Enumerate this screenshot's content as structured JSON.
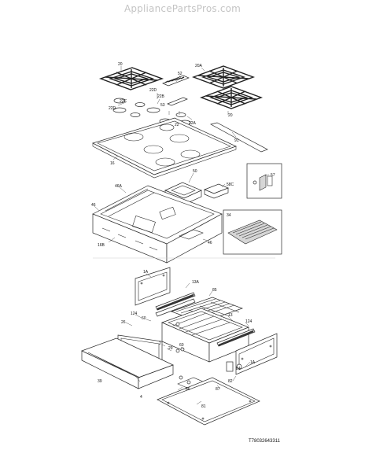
{
  "watermark": "AppliancePartsPros.com",
  "diagram_code": "T78032643311",
  "labels": [
    "20",
    "52",
    "20A",
    "22B",
    "22C",
    "22D",
    "22D",
    "53",
    "22",
    "22A",
    "20",
    "16",
    "91",
    "50",
    "57",
    "46A",
    "58C",
    "46",
    "34",
    "16B",
    "46",
    "1A",
    "13A",
    "85",
    "124",
    "26",
    "60",
    "13",
    "124",
    "29",
    "60",
    "2",
    "84",
    "1A",
    "82",
    "39",
    "4",
    "86",
    "87",
    "81"
  ]
}
